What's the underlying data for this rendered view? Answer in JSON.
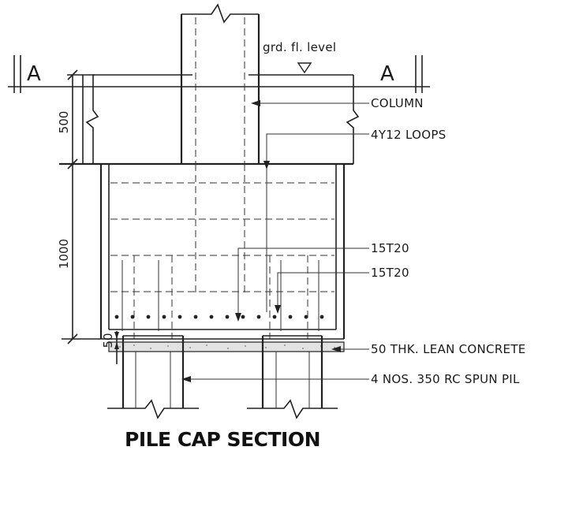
{
  "section_marks": {
    "left": "A",
    "right": "A"
  },
  "level_label": "grd. fl. level",
  "dimensions": {
    "top": "500",
    "middle": "1000",
    "bottom": "50"
  },
  "callouts": {
    "column": "COLUMN",
    "loops": "4Y12  LOOPS",
    "rebar_top": "15T20",
    "rebar_bottom": "15T20",
    "lean_concrete": "50  THK.  LEAN  CONCRETE",
    "piles": "4  NOS.  350  RC  SPUN  PIL"
  },
  "title": "PILE CAP SECTION"
}
